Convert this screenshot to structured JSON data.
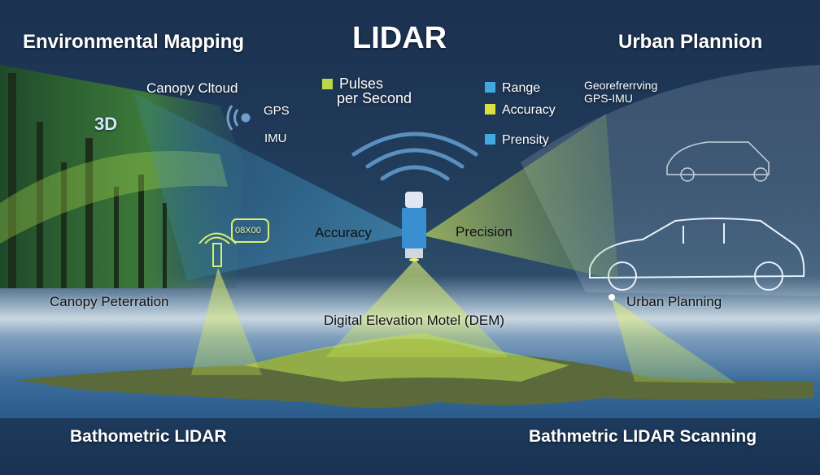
{
  "title": "LIDAR",
  "corners": {
    "top_left": "Environmental Mapping",
    "top_right": "Urban Plannion",
    "bottom_left": "Bathometric LIDAR",
    "bottom_right": "Bathmetric LIDAR Scanning"
  },
  "left": {
    "canopy_cloud": "Canopy Cltoud",
    "badge_3d": "3D",
    "gps": "GPS",
    "imu": "IMU",
    "device_readout": "08X00",
    "canopy_penetration": "Canopy Peterration"
  },
  "center": {
    "pulses": "Pulses",
    "per_second": "per Second",
    "accuracy": "Accuracy",
    "precision": "Precision",
    "dem": "Digital Elevation Motel (DEM)"
  },
  "legend": [
    {
      "label": "Range",
      "color": "#3fa9e0"
    },
    {
      "label": "Accuracy",
      "color": "#d8e23c"
    },
    {
      "label": "Prensity",
      "color": "#3fa9e0"
    }
  ],
  "pulses_color": "#b8d84a",
  "right": {
    "georef": "Georefrerrving",
    "gps_imu": "GPS-IMU",
    "urban_planning": "Urban Planning"
  }
}
